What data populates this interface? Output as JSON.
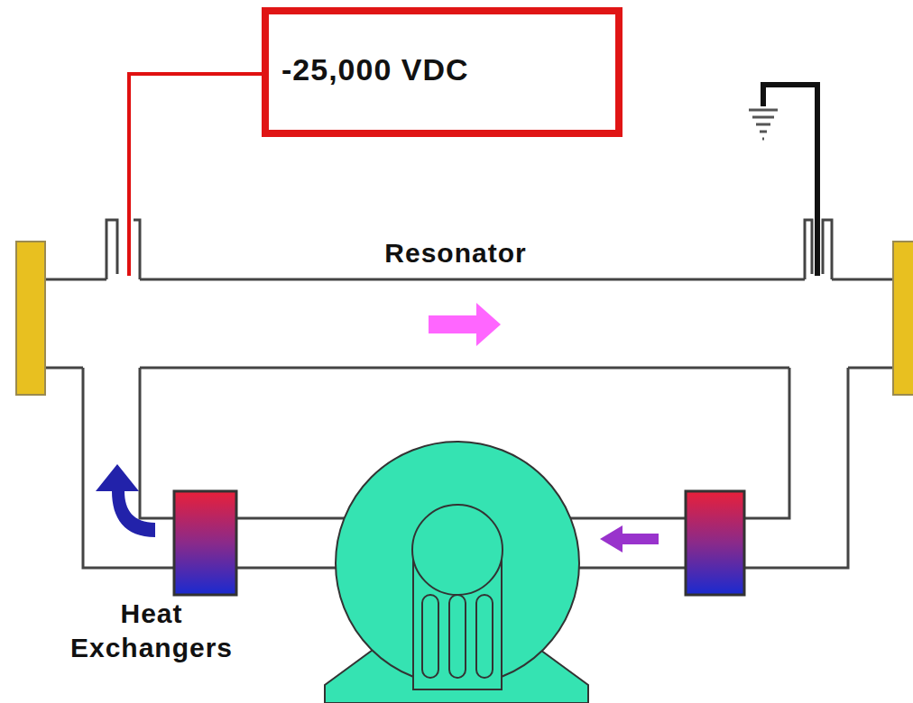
{
  "diagram": {
    "nodes": [
      {
        "text": [
          "-25,000 VDC"
        ]
      }
    ],
    "labels": [
      "Resonator",
      "Heat Exchangers"
    ]
  }
}
